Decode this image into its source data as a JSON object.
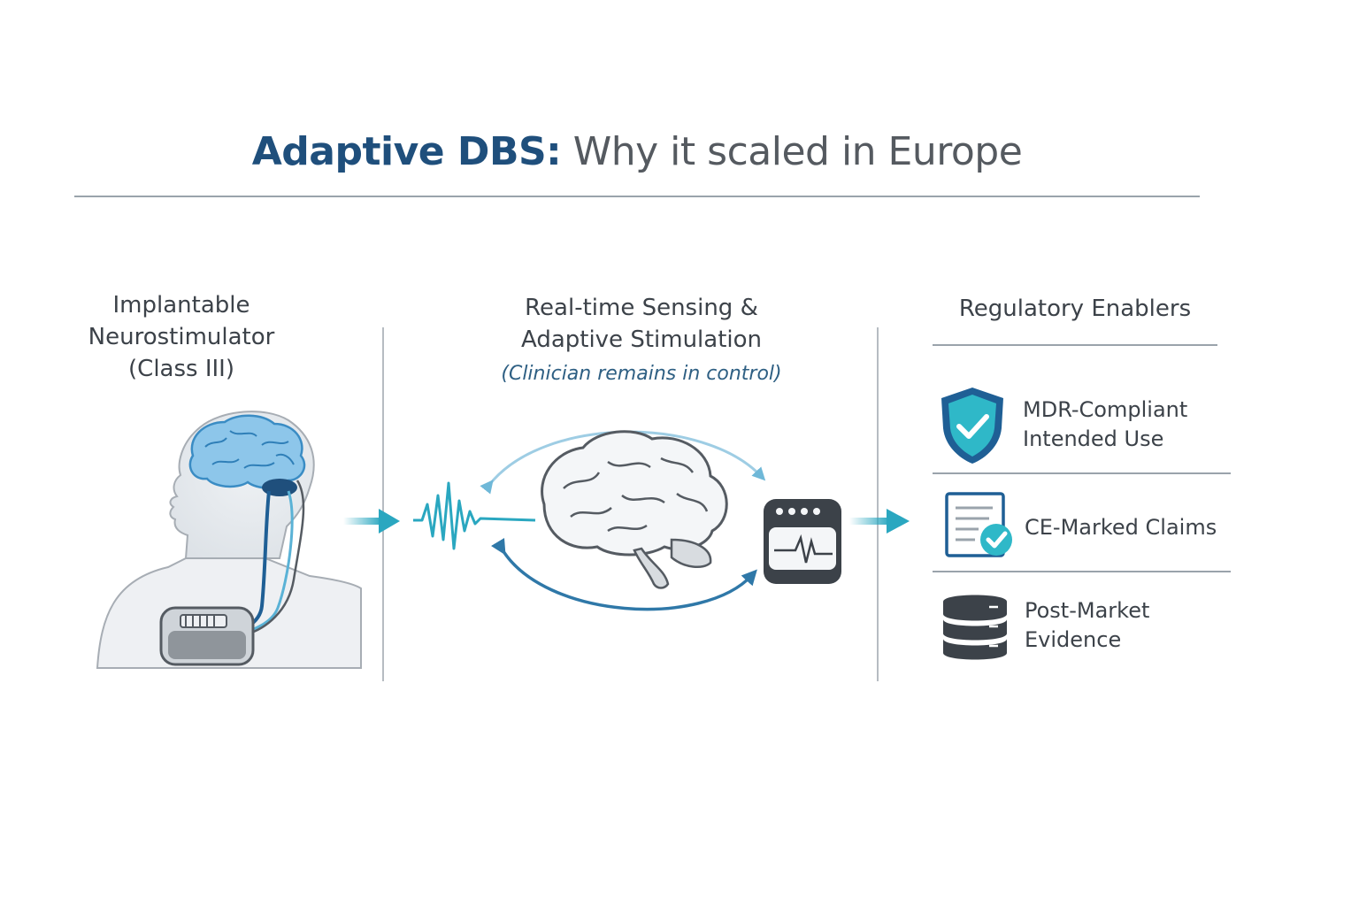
{
  "title": {
    "strong": "Adaptive DBS:",
    "rest": " Why it scaled in Europe"
  },
  "left_column": {
    "heading_line1": "Implantable",
    "heading_line2": "Neurostimulator",
    "heading_line3": "(Class III)"
  },
  "center_column": {
    "heading_line1": "Real-time Sensing &",
    "heading_line2": "Adaptive Stimulation",
    "subtitle": "(Clinician remains in control)"
  },
  "right_column": {
    "heading": "Regulatory Enablers",
    "items": [
      {
        "icon": "shield-check-icon",
        "line1": "MDR-Compliant",
        "line2": "Intended Use"
      },
      {
        "icon": "document-check-icon",
        "line1": "CE-Marked Claims",
        "line2": ""
      },
      {
        "icon": "database-icon",
        "line1": "Post-Market",
        "line2": "Evidence"
      }
    ]
  },
  "colors": {
    "title_accent": "#1f4f7c",
    "teal": "#2aa7c0",
    "brain_blue": "#5aaedc",
    "dark_device": "#3c4249"
  }
}
